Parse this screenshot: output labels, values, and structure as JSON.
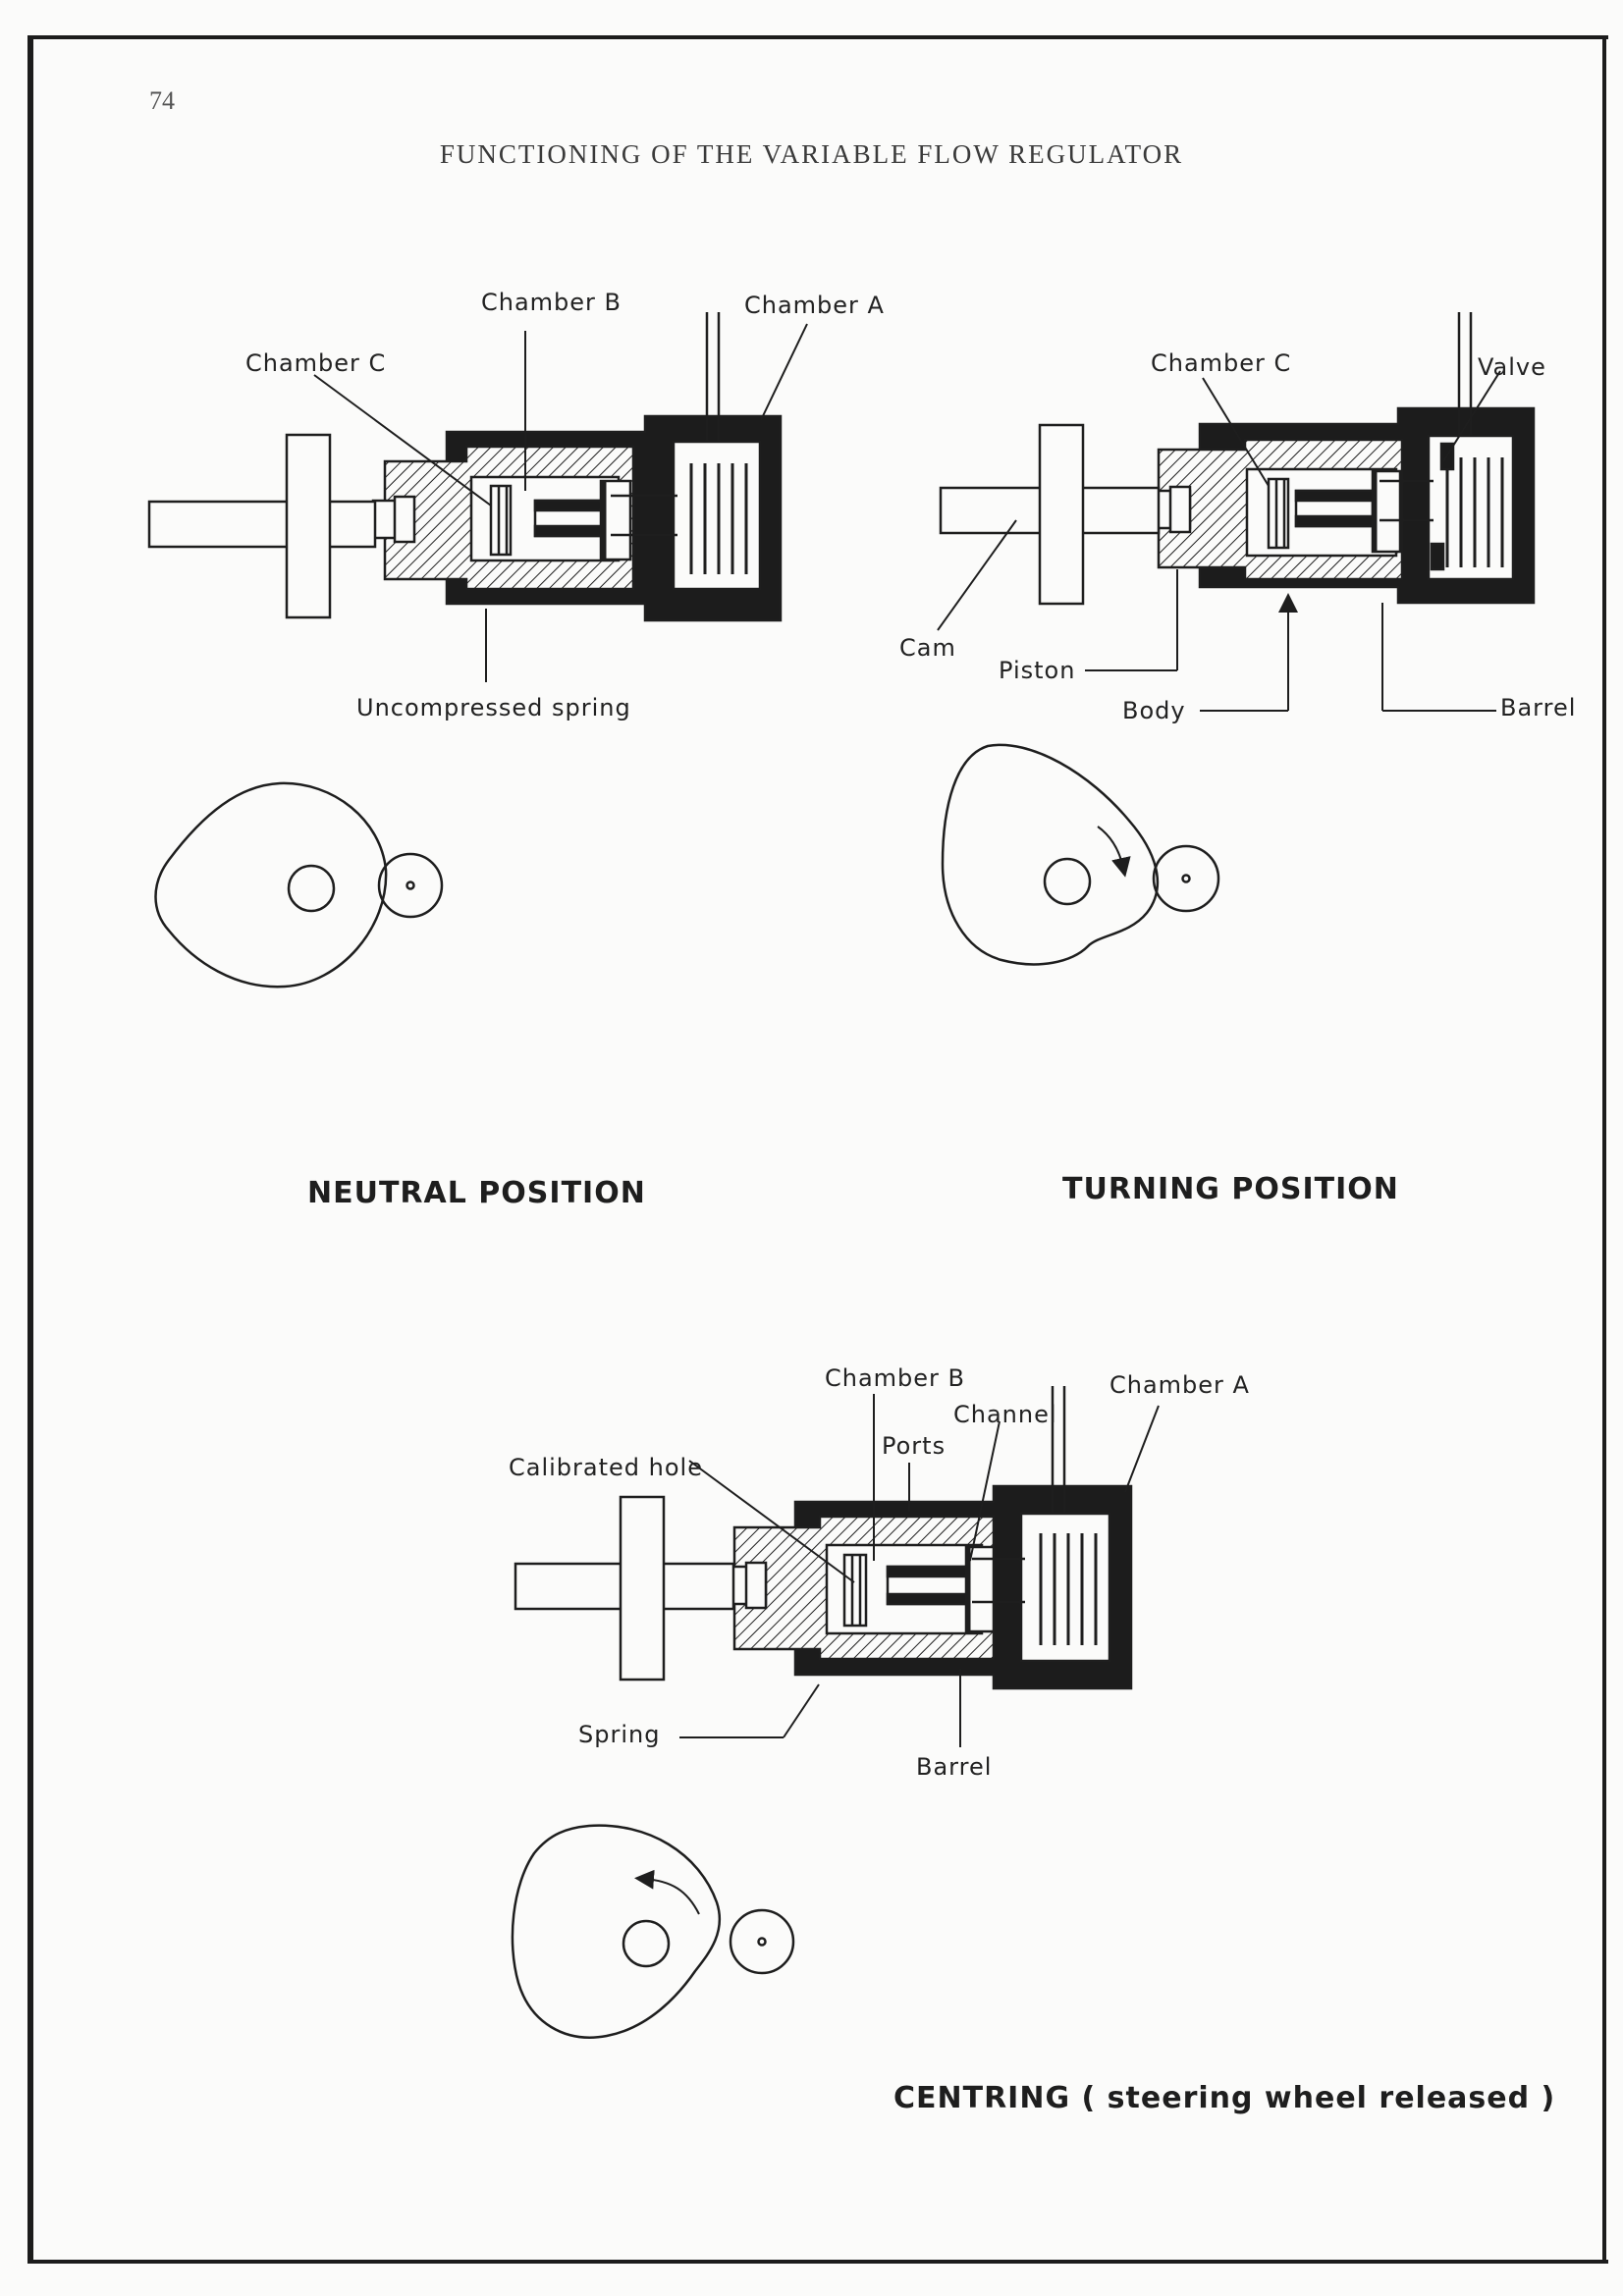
{
  "page": {
    "number": "74",
    "title": "FUNCTIONING OF THE VARIABLE FLOW REGULATOR"
  },
  "neutral": {
    "caption": "NEUTRAL POSITION",
    "labels": {
      "chamber_b": "Chamber B",
      "chamber_a": "Chamber A",
      "chamber_c": "Chamber C",
      "spring": "Uncompressed spring"
    }
  },
  "turning": {
    "caption": "TURNING POSITION",
    "labels": {
      "chamber_c": "Chamber C",
      "valve": "Valve",
      "cam": "Cam",
      "piston": "Piston",
      "body": "Body",
      "barrel": "Barrel"
    }
  },
  "centring": {
    "caption": "CENTRING ( steering wheel released )",
    "labels": {
      "chamber_b": "Chamber B",
      "chamber_a": "Chamber A",
      "channel": "Channel",
      "ports": "Ports",
      "calibrated_hole": "Calibrated hole",
      "spring": "Spring",
      "barrel": "Barrel"
    }
  },
  "colors": {
    "ink": "#1e1e1e",
    "paper": "#fbfbfa",
    "body_fill": "#1c1c1c"
  }
}
